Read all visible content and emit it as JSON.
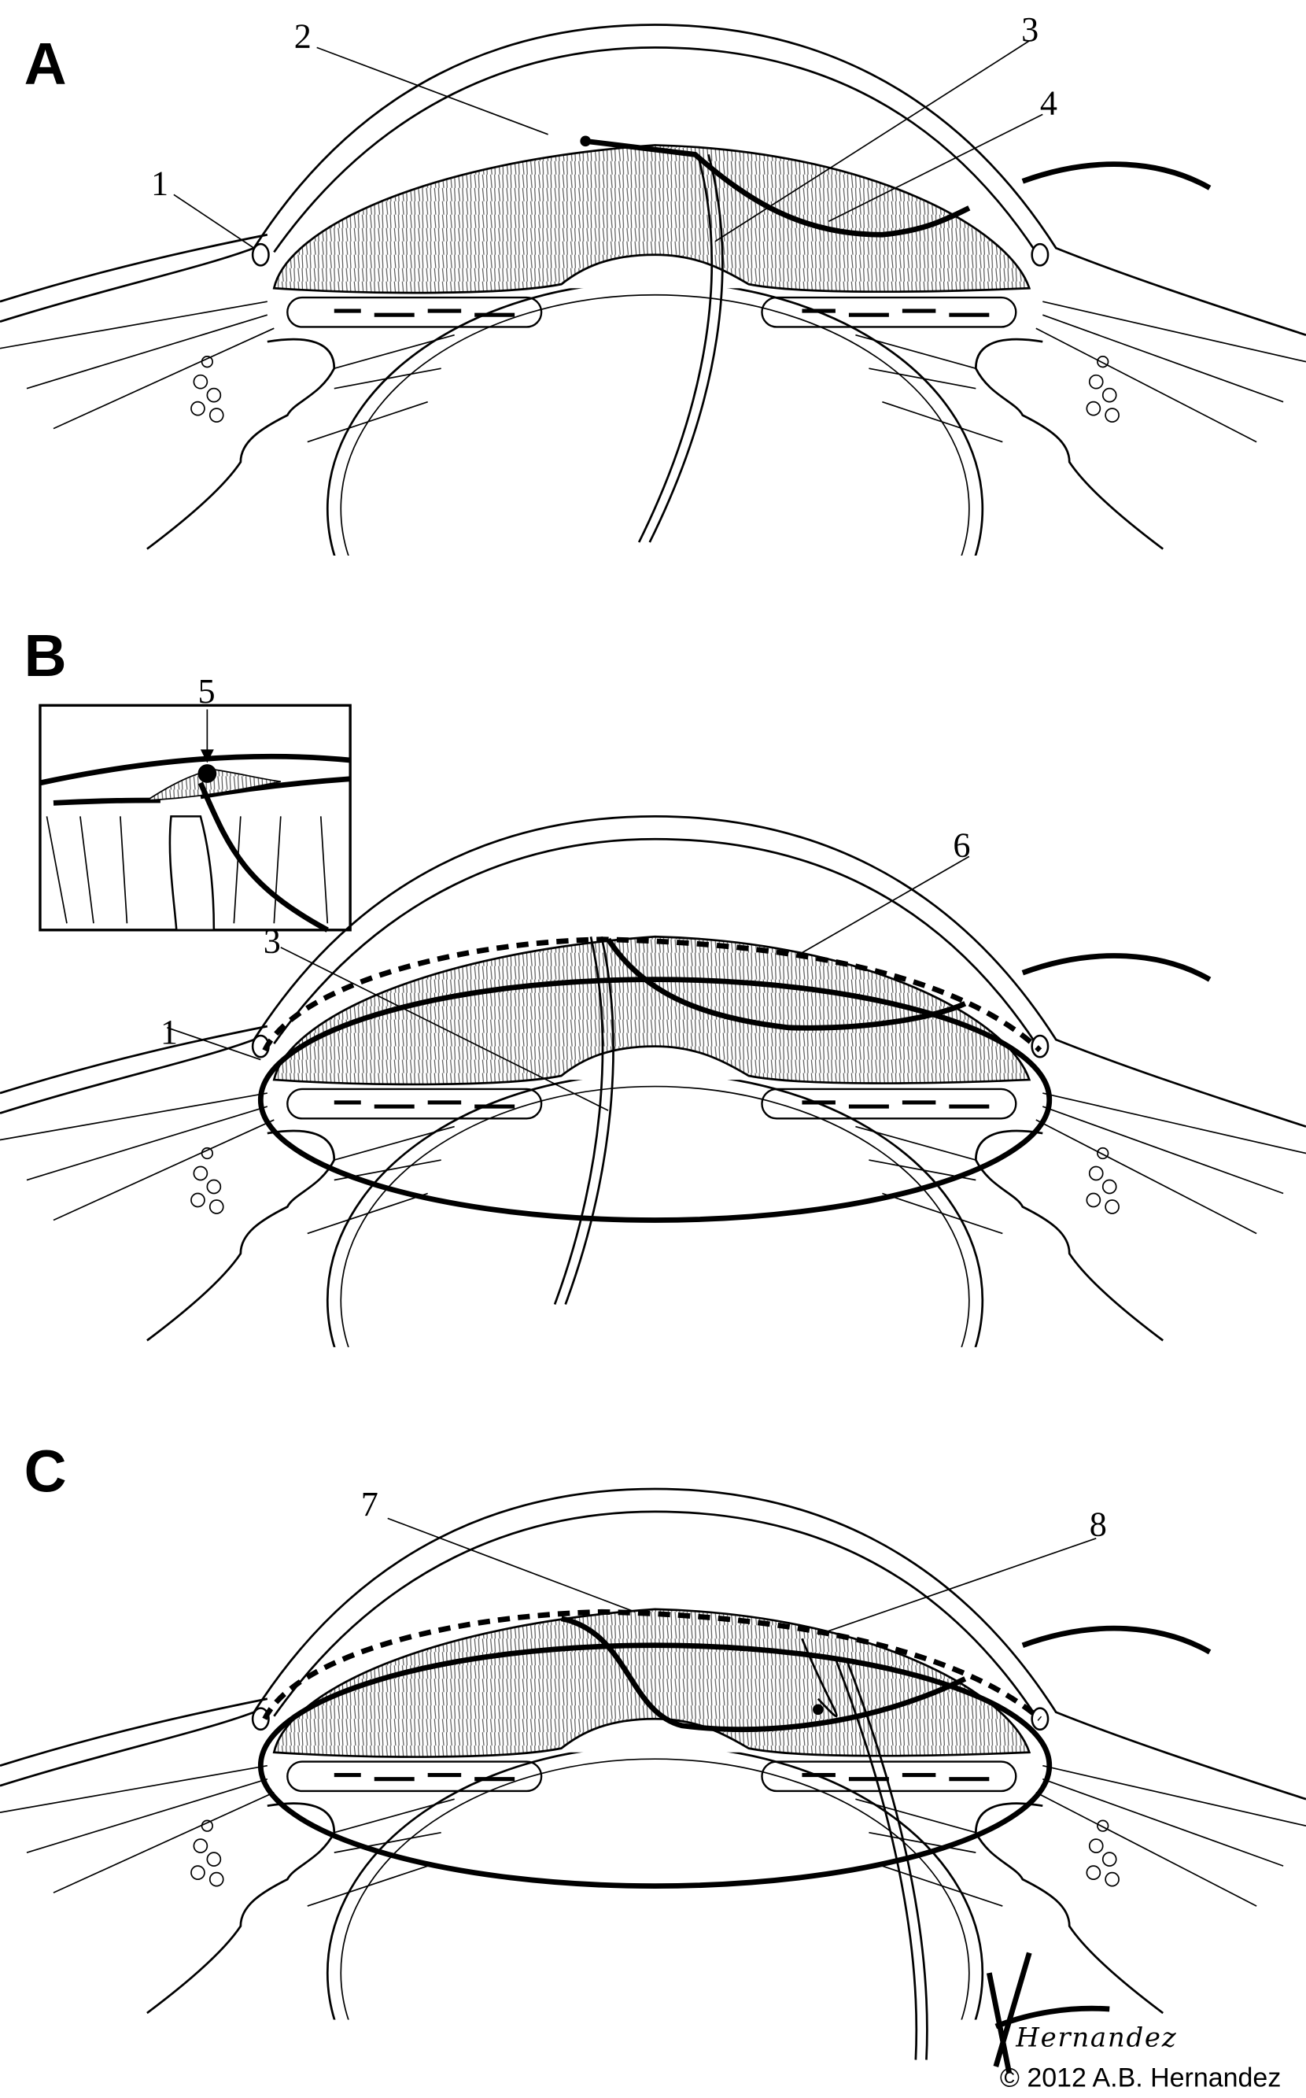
{
  "figure": {
    "panels": [
      {
        "letter": "A",
        "callouts": [
          "1",
          "2",
          "3",
          "4"
        ]
      },
      {
        "letter": "B",
        "callouts": [
          "5",
          "6",
          "3",
          "1"
        ]
      },
      {
        "letter": "C",
        "callouts": [
          "7",
          "8"
        ]
      }
    ],
    "signature": "Hernandez",
    "copyright": "© 2012 A.B. Hernandez"
  }
}
